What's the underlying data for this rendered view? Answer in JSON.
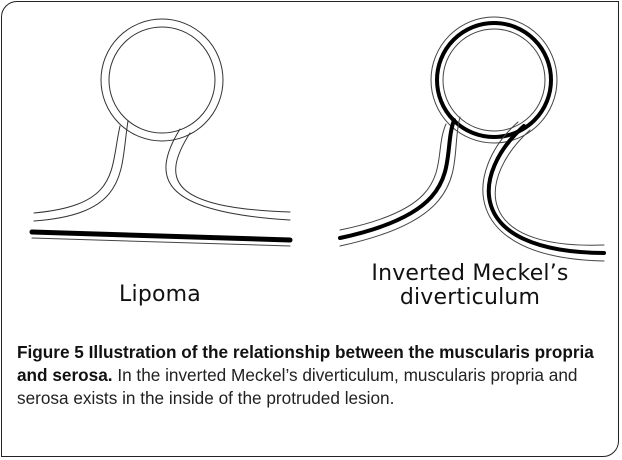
{
  "illustration": {
    "left_label": "Lipoma",
    "right_label_line1": "Inverted Meckel’s",
    "right_label_line2": "diverticulum"
  },
  "caption": {
    "label": "Figure 5",
    "title": "Illustration of the relationship between the muscularis propria and serosa.",
    "body": "In the inverted Meckel’s diverticulum, muscularis propria and serosa exists in the inside of the protruded lesion."
  }
}
